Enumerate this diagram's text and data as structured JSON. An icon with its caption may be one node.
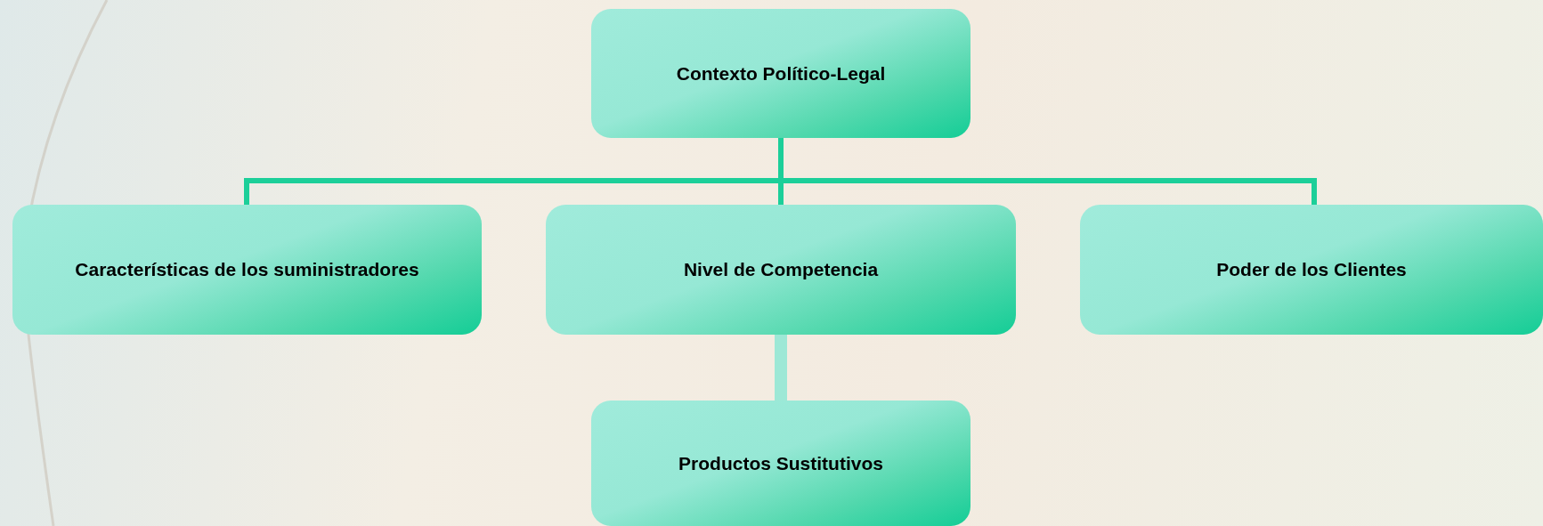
{
  "diagram": {
    "nodes": [
      {
        "text": [
          "Contexto Político-Legal"
        ]
      },
      {
        "text": [
          "Características de los suministradores"
        ]
      },
      {
        "text": [
          "Nivel de Competencia"
        ]
      },
      {
        "text": [
          "Poder de los Clientes"
        ]
      },
      {
        "text": [
          "Productos Sustitutivos"
        ]
      }
    ],
    "edges": [
      {
        "from": 0,
        "to": 1,
        "arrow": "none"
      },
      {
        "from": 0,
        "to": 2,
        "arrow": "none"
      },
      {
        "from": 0,
        "to": 3,
        "arrow": "none"
      },
      {
        "from": 2,
        "to": 4,
        "arrow": "none",
        "color": "#9de8d6",
        "style": "thick"
      }
    ]
  }
}
